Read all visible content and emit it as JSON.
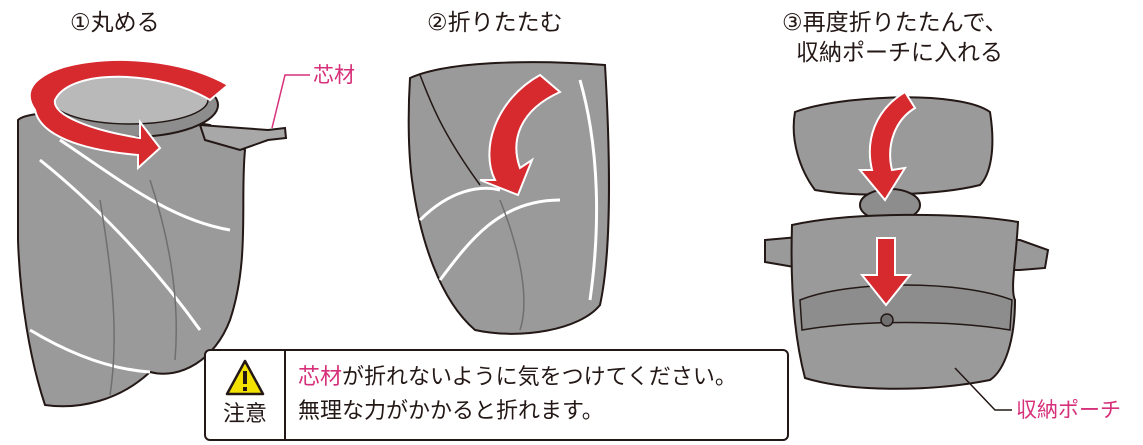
{
  "steps": [
    {
      "title": "①丸める"
    },
    {
      "title": "②折りたたむ"
    },
    {
      "title_line1": "③再度折りたたんで、",
      "title_line2": "収納ポーチに入れる"
    }
  ],
  "callouts": {
    "core_material": "芯材",
    "storage_pouch": "収納ポーチ"
  },
  "notice": {
    "icon": "warning-triangle-icon",
    "label": "注意",
    "line1_highlight": "芯材",
    "line1_rest": "が折れないように気をつけてください。",
    "line2": "無理な力がかかると折れます。"
  },
  "colors": {
    "arrow_red": "#d72a2f",
    "bag_gray": "#9a9a9b",
    "accent_pink": "#d6307a",
    "warning_yellow": "#f3e100"
  }
}
